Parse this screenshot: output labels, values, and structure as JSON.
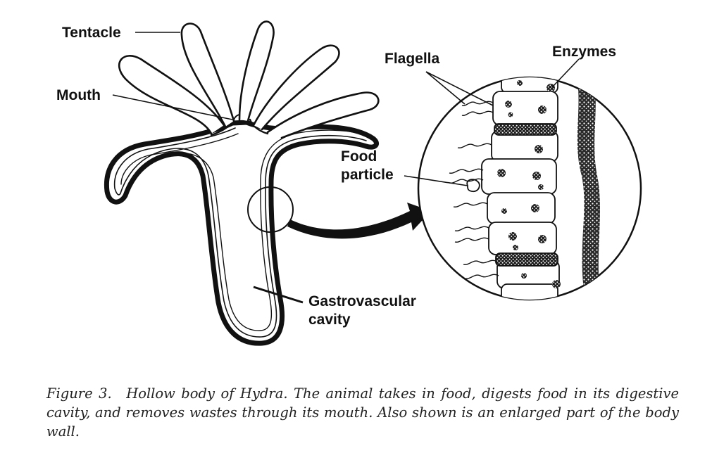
{
  "labels": {
    "tentacle": "Tentacle",
    "mouth": "Mouth",
    "flagella": "Flagella",
    "enzymes": "Enzymes",
    "food_line1": "Food",
    "food_line2": "particle",
    "cavity_line1": "Gastrovascular",
    "cavity_line2": "cavity"
  },
  "caption": {
    "figure_number": "Figure 3.",
    "text": "Hollow body of Hydra. The animal takes in food, digests food in its digestive cavity, and removes wastes through its mouth. Also shown is an enlarged part of the body wall."
  },
  "colors": {
    "ink": "#111111",
    "paper": "#ffffff",
    "stipple": "#2a2a2a"
  }
}
